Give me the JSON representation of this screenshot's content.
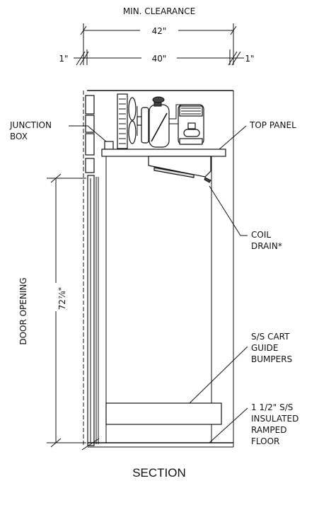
{
  "labels": {
    "min_clearance": "MIN. CLEARANCE",
    "width_outer": "42\"",
    "width_inner": "40\"",
    "gap_left": "1\"",
    "gap_right": "1\"",
    "junction_box": [
      "JUNCTION",
      "BOX"
    ],
    "top_panel": "TOP PANEL",
    "coil_drain": [
      "COIL",
      "DRAIN*"
    ],
    "door_opening": "DOOR OPENING",
    "door_height": "72⅞\"",
    "cart_guide": [
      "S/S CART",
      "GUIDE",
      "BUMPERS"
    ],
    "ramped_floor": [
      "1 1/2\" S/S",
      "INSULATED",
      "RAMPED",
      "FLOOR"
    ],
    "section": "SECTION"
  }
}
